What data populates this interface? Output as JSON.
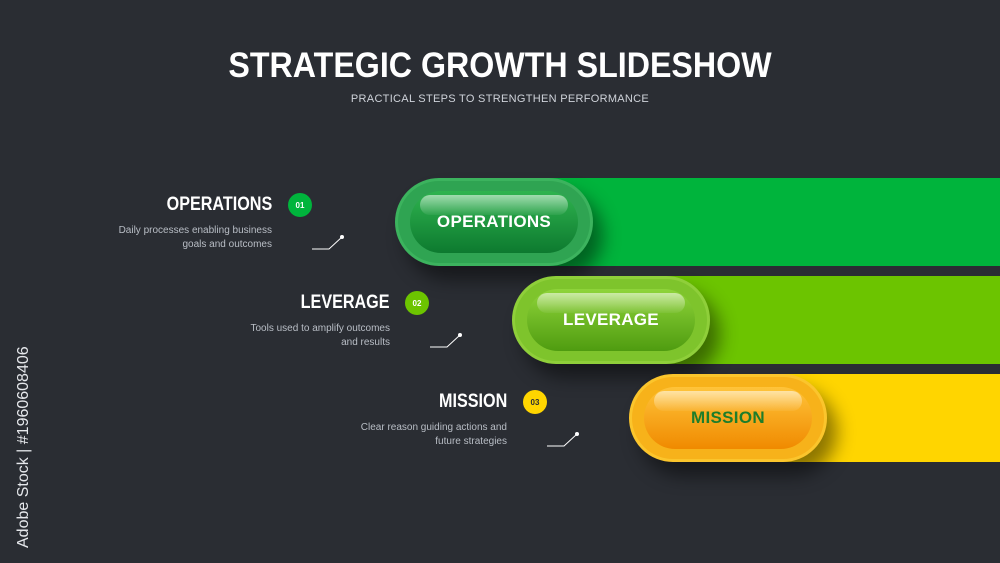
{
  "header": {
    "title": "STRATEGIC GROWTH SLIDESHOW",
    "subtitle": "PRACTICAL STEPS TO STRENGTHEN PERFORMANCE"
  },
  "steps": [
    {
      "title": "OPERATIONS",
      "number": "01",
      "description_line1": "Daily processes enabling business",
      "description_line2": "goals and outcomes",
      "pill_label": "OPERATIONS",
      "color": "#00b43c",
      "pill_color": "#0a8f3a"
    },
    {
      "title": "LEVERAGE",
      "number": "02",
      "description_line1": "Tools used to amplify outcomes",
      "description_line2": "and results",
      "pill_label": "LEVERAGE",
      "color": "#6cc400",
      "pill_color": "#5cae0c"
    },
    {
      "title": "MISSION",
      "number": "03",
      "description_line1": "Clear reason guiding actions and",
      "description_line2": "future strategies",
      "pill_label": "MISSION",
      "color": "#ffd500",
      "pill_color": "#f7a20a"
    }
  ],
  "watermark": {
    "text": "Adobe Stock | #1960608406"
  }
}
